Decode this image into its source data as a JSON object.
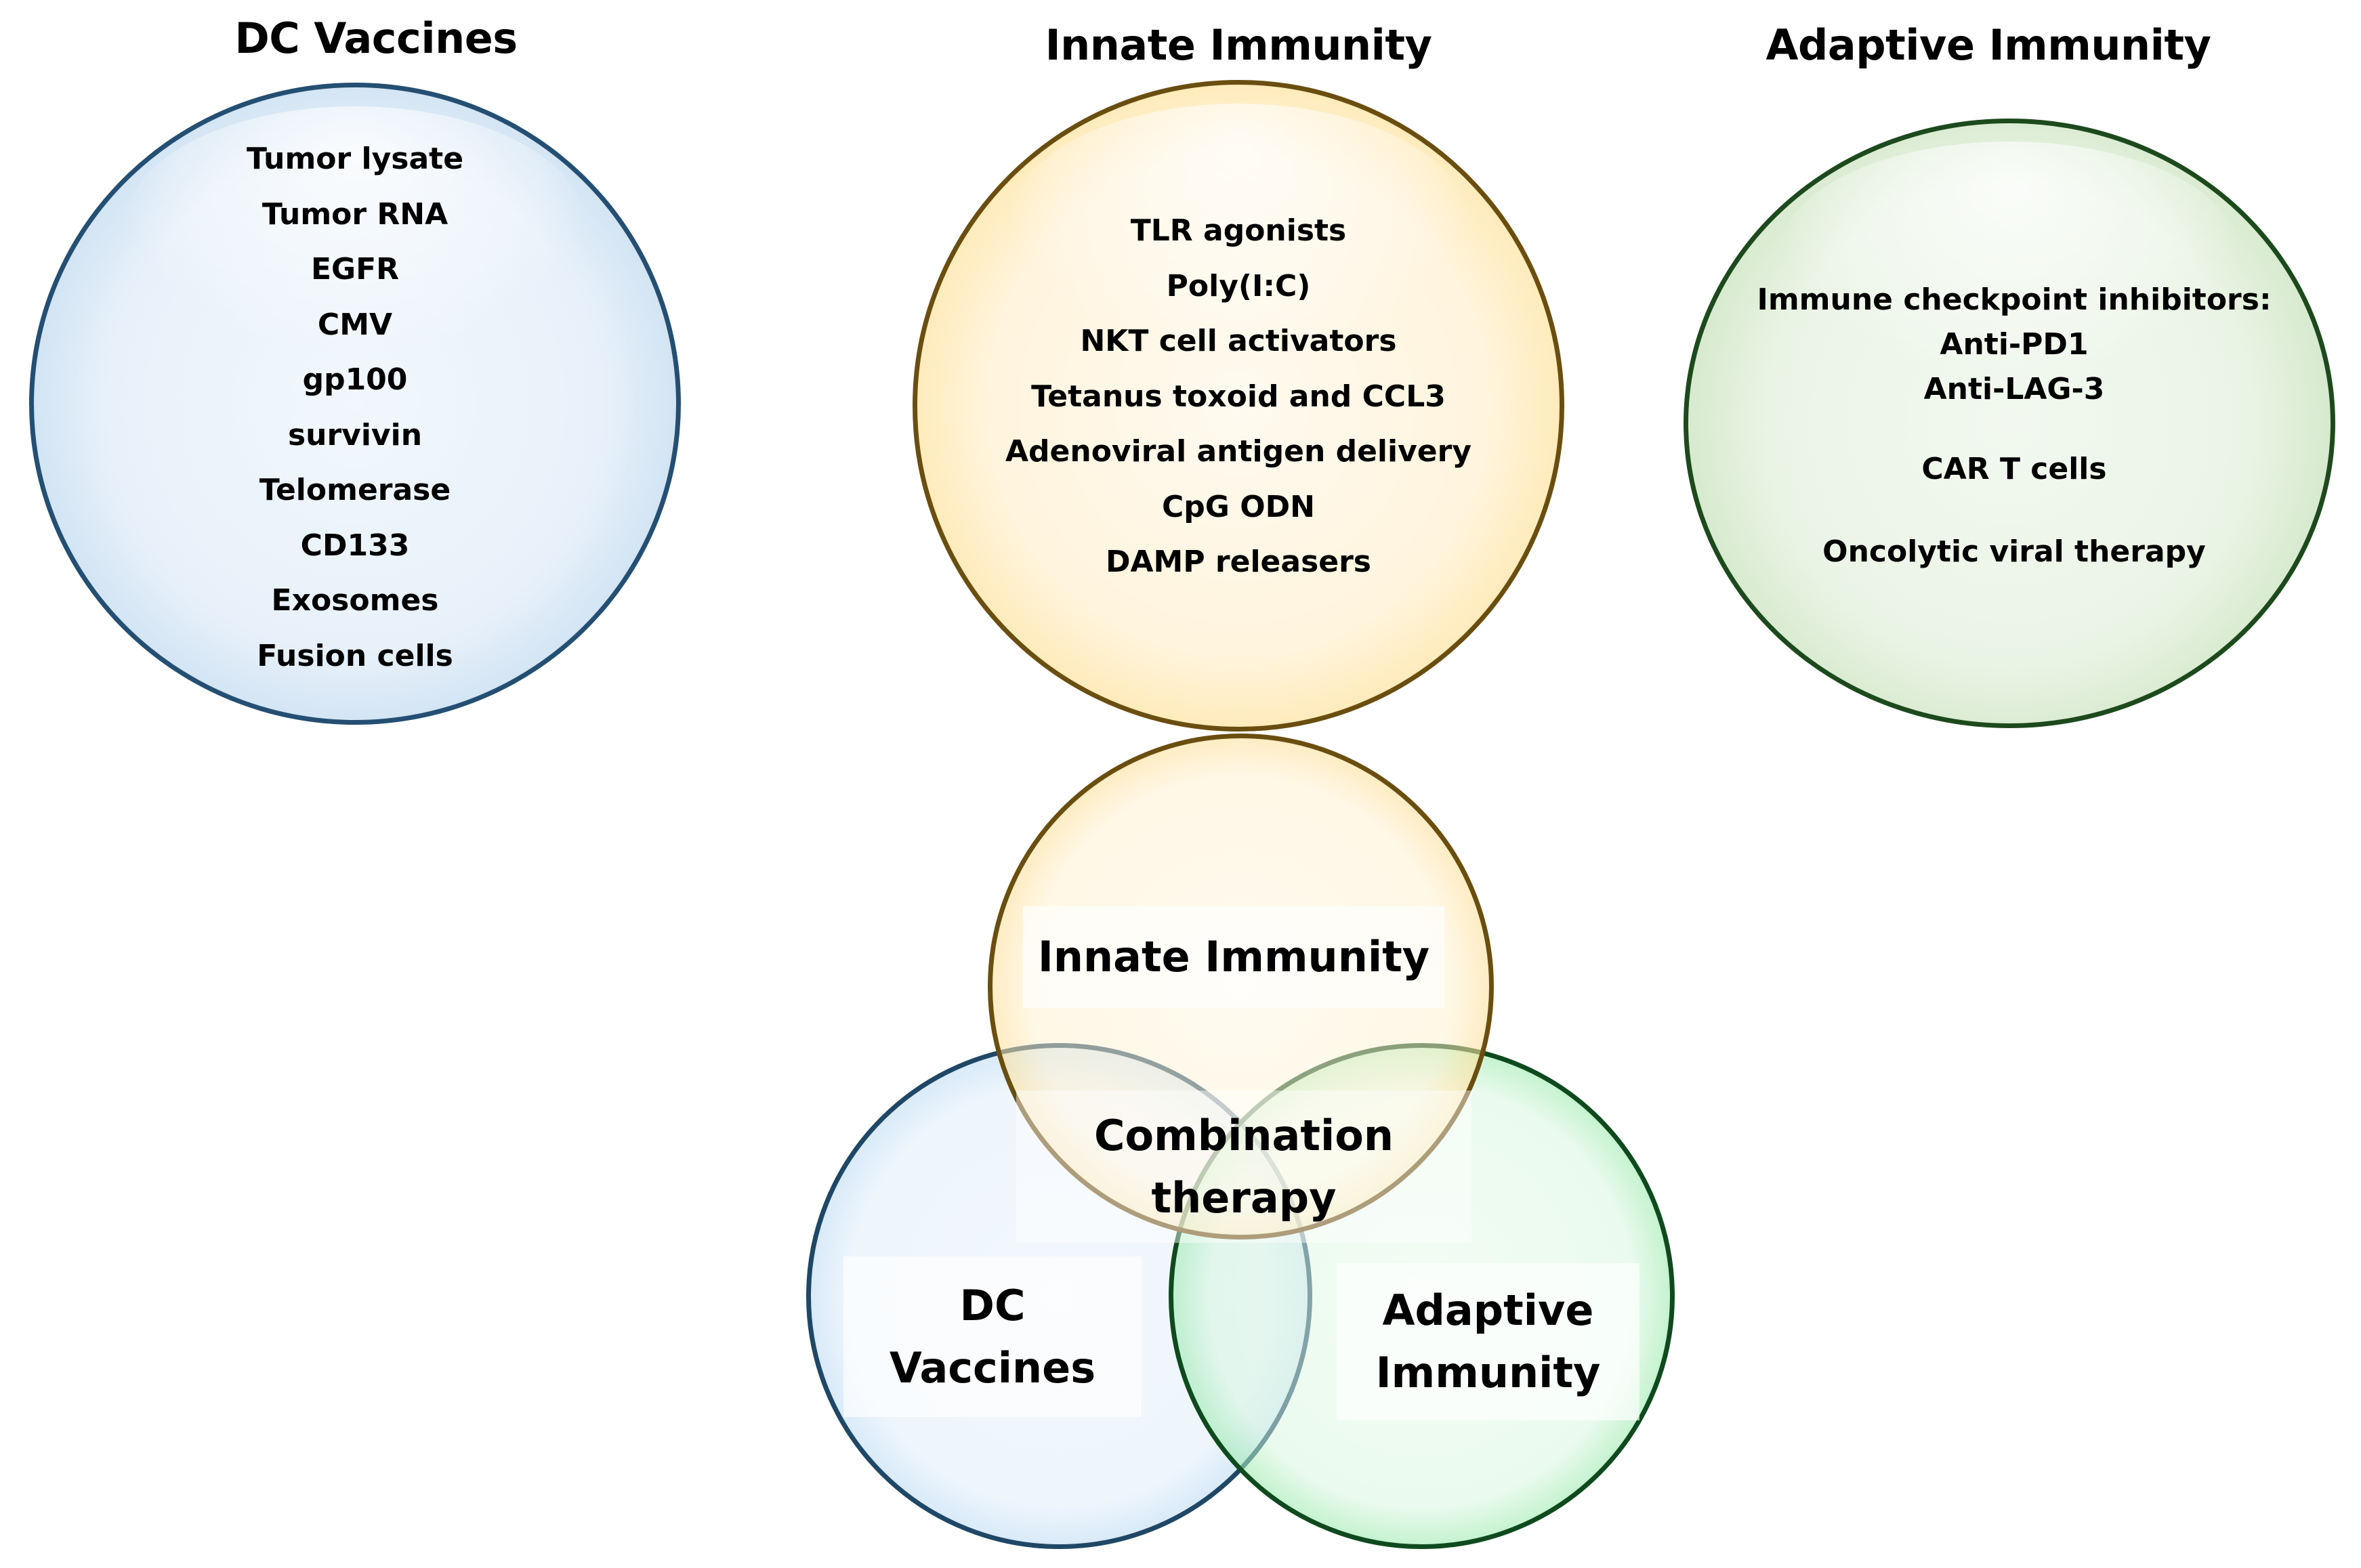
{
  "top": {
    "dc_vaccines": {
      "title": "DC Vaccines",
      "items": [
        "Tumor lysate",
        "Tumor RNA",
        "EGFR",
        "CMV",
        "gp100",
        "survivin",
        "Telomerase",
        "CD133",
        "Exosomes",
        "Fusion cells"
      ]
    },
    "innate_immunity": {
      "title": "Innate Immunity",
      "items": [
        "TLR agonists",
        "Poly(I:C)",
        "NKT cell activators",
        "Tetanus toxoid and CCL3",
        "Adenoviral antigen delivery",
        "CpG ODN",
        "DAMP releasers"
      ]
    },
    "adaptive_immunity": {
      "title": "Adaptive Immunity",
      "heading": "Immune checkpoint inhibitors:",
      "checkpoint_items": [
        "Anti-PD1",
        "Anti-LAG-3"
      ],
      "other_items": [
        "CAR T cells",
        "Oncolytic viral therapy"
      ]
    }
  },
  "venn": {
    "innate_label": "Innate Immunity",
    "center_label_line1": "Combination",
    "center_label_line2": "therapy",
    "dc_label_line1": "DC",
    "dc_label_line2": "Vaccines",
    "adaptive_label_line1": "Adaptive",
    "adaptive_label_line2": "Immunity"
  },
  "colors": {
    "blue": "#7aaed8",
    "yellow": "#f6b41e",
    "green_top": "#78b866",
    "green_venn": "#19c84b"
  }
}
